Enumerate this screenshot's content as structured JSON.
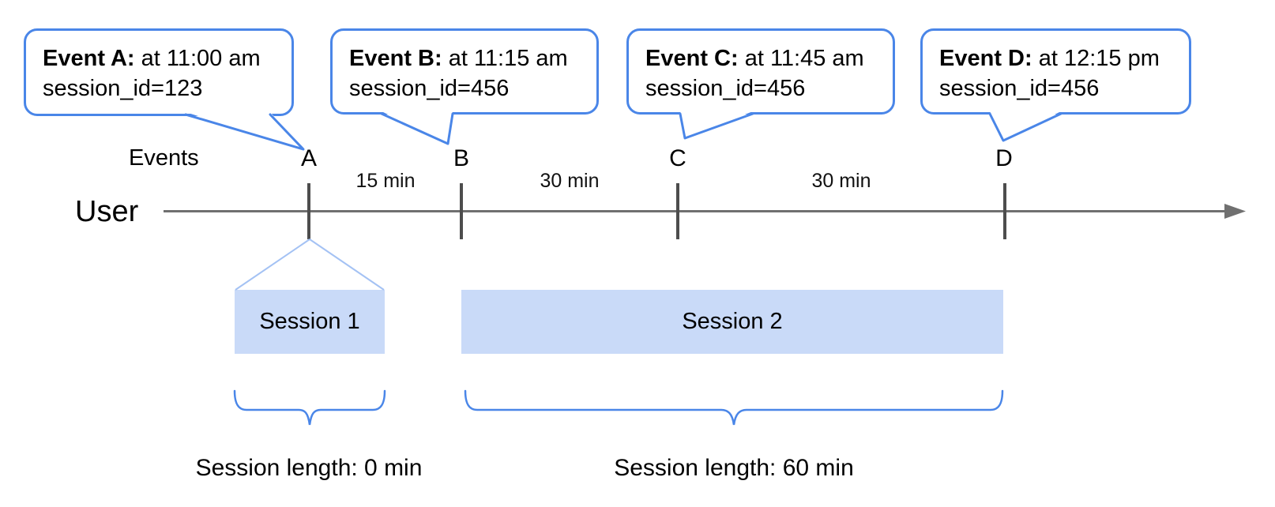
{
  "diagram": {
    "events_axis_label": "Events",
    "user_label": "User",
    "bubbles": [
      {
        "event": "A",
        "bold": "Event A:",
        "time": " at 11:00 am",
        "session": "session_id=123"
      },
      {
        "event": "B",
        "bold": "Event B:",
        "time": " at 11:15 am",
        "session": "session_id=456"
      },
      {
        "event": "C",
        "bold": "Event C:",
        "time": " at 11:45 am",
        "session": "session_id=456"
      },
      {
        "event": "D",
        "bold": "Event D:",
        "time": " at 12:15 pm",
        "session": "session_id=456"
      }
    ],
    "event_labels": [
      "A",
      "B",
      "C",
      "D"
    ],
    "intervals": [
      "15 min",
      "30 min",
      "30 min"
    ],
    "sessions": [
      {
        "name": "Session 1",
        "length_label": "Session length: 0 min"
      },
      {
        "name": "Session 2",
        "length_label": "Session length: 60 min"
      }
    ],
    "colors": {
      "bubble_border": "#4a86e8",
      "session_fill": "#c9daf8",
      "funnel_line": "#a4c2f4",
      "brace": "#4a86e8",
      "timeline": "#707070",
      "tick": "#4d4d4d",
      "text": "#000000"
    }
  }
}
